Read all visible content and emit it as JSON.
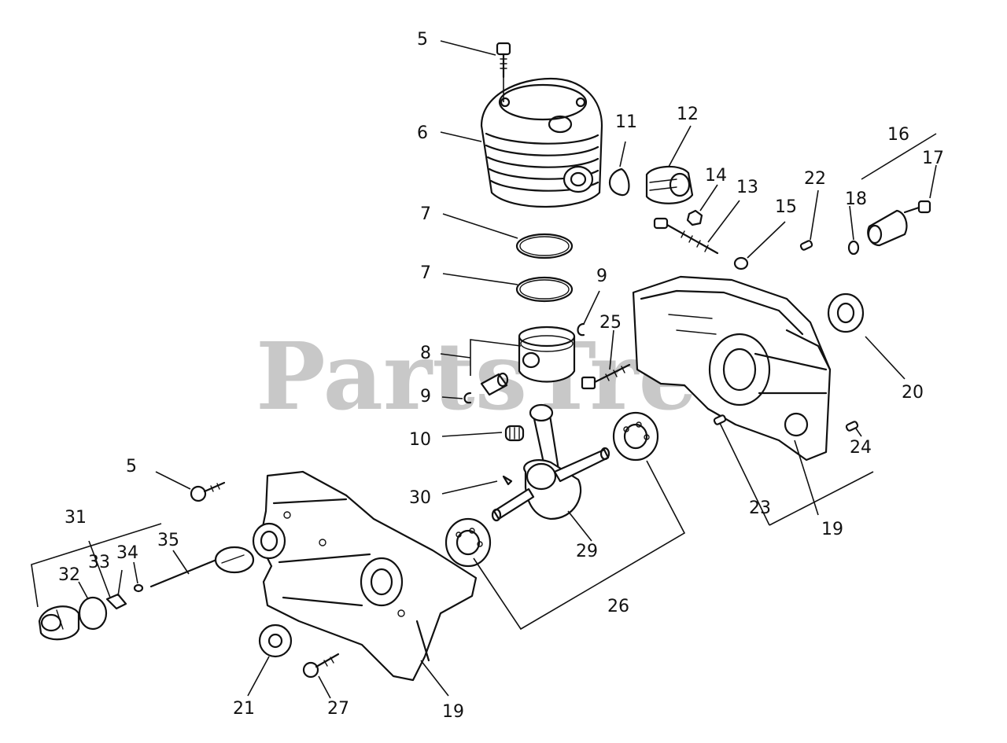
{
  "watermark": "PartsTree",
  "labels": {
    "l5a": "5",
    "l6": "6",
    "l7a": "7",
    "l7b": "7",
    "l8": "8",
    "l9a": "9",
    "l9b": "9",
    "l10": "10",
    "l11": "11",
    "l12": "12",
    "l13": "13",
    "l14": "14",
    "l15": "15",
    "l16": "16",
    "l17": "17",
    "l18": "18",
    "l19a": "19",
    "l19b": "19",
    "l20": "20",
    "l21": "21",
    "l22": "22",
    "l23": "23",
    "l24": "24",
    "l25": "25",
    "l26": "26",
    "l27": "27",
    "l29": "29",
    "l30": "30",
    "l31": "31",
    "l32": "32",
    "l33": "33",
    "l34": "34",
    "l35": "35",
    "l5b": "5"
  }
}
